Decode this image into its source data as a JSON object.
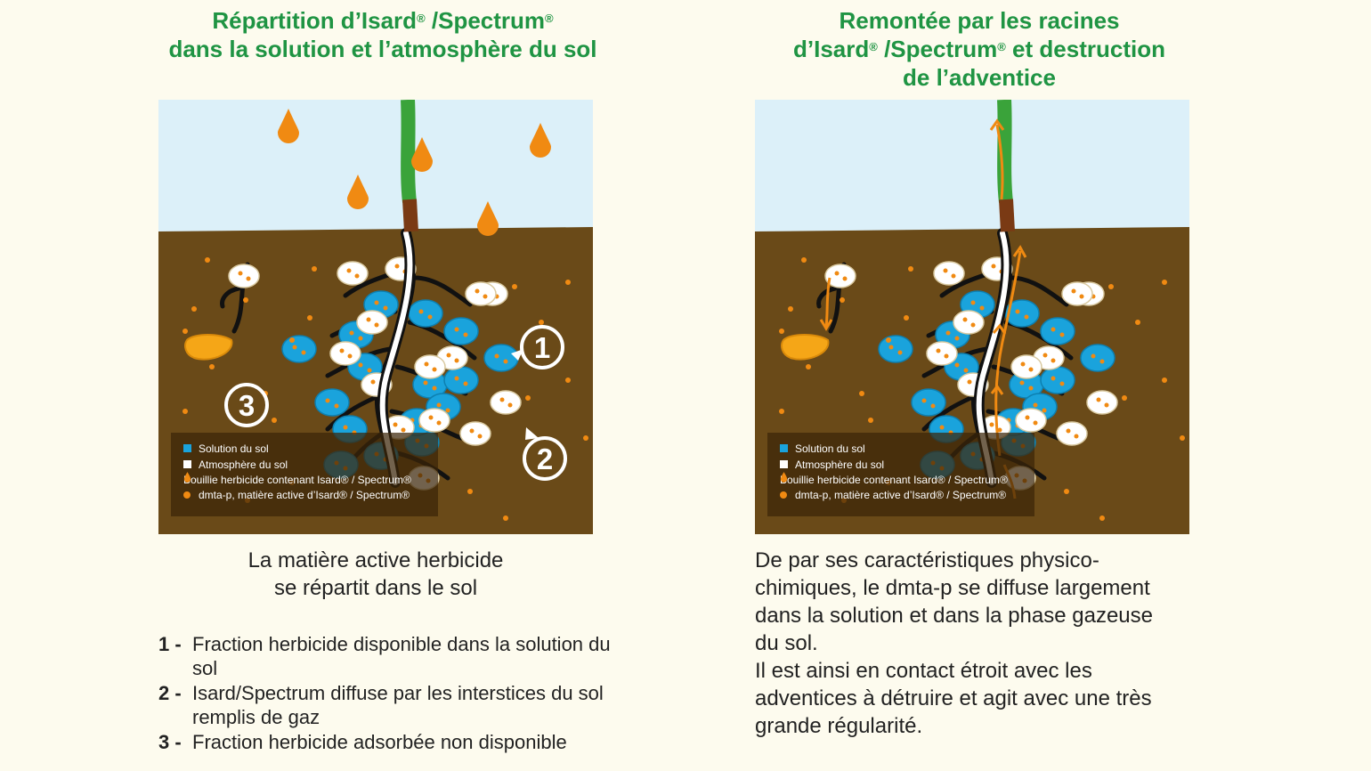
{
  "left": {
    "title_line1": "Répartition d’Isard",
    "title_line1_mid": " /Spectrum",
    "title_line2": "dans la solution et l’atmosphère du sol",
    "markers": [
      "1",
      "2",
      "3"
    ],
    "caption_line1": "La matière active herbicide",
    "caption_line2": "se répartit dans le sol",
    "list": [
      {
        "num": "1 -",
        "text": "Fraction herbicide disponible dans la solution du sol"
      },
      {
        "num": "2 -",
        "text": "Isard/Spectrum diffuse par les interstices du sol remplis de gaz"
      },
      {
        "num": "3 -",
        "text": "Fraction herbicide adsorbée non disponible"
      }
    ]
  },
  "right": {
    "title_line1": "Remontée par les racines",
    "title_line2a": "d’Isard",
    "title_line2b": " /Spectrum",
    "title_line2c": " et destruction",
    "title_line3": "de l’adventice",
    "description_lines": [
      "De par ses caractéristiques physico-",
      "chimiques, le dmta-p se diffuse largement",
      "dans la solution et dans la phase gazeuse",
      "du sol.",
      "Il est ainsi en contact étroit avec les",
      "adventices à détruire et agit avec une très",
      "grande régularité."
    ]
  },
  "registered_mark": "®",
  "legend": [
    {
      "icon": "blue-square-icon",
      "label": "Solution du sol"
    },
    {
      "icon": "white-square-icon",
      "label": "Atmosphère du sol"
    },
    {
      "icon": "orange-drop-icon",
      "label": "Bouillie herbicide contenant Isard® / Spectrum®"
    },
    {
      "icon": "orange-dot-icon",
      "label": "dmta-p, matière active d’Isard® / Spectrum®"
    }
  ],
  "colors": {
    "title_green": "#1f9443",
    "sky": "#dcf0f9",
    "soil": "#6a4a18",
    "soil_water": "#1aa3dc",
    "herbicide_orange": "#f08a12",
    "stem_green": "#3aa33a"
  }
}
